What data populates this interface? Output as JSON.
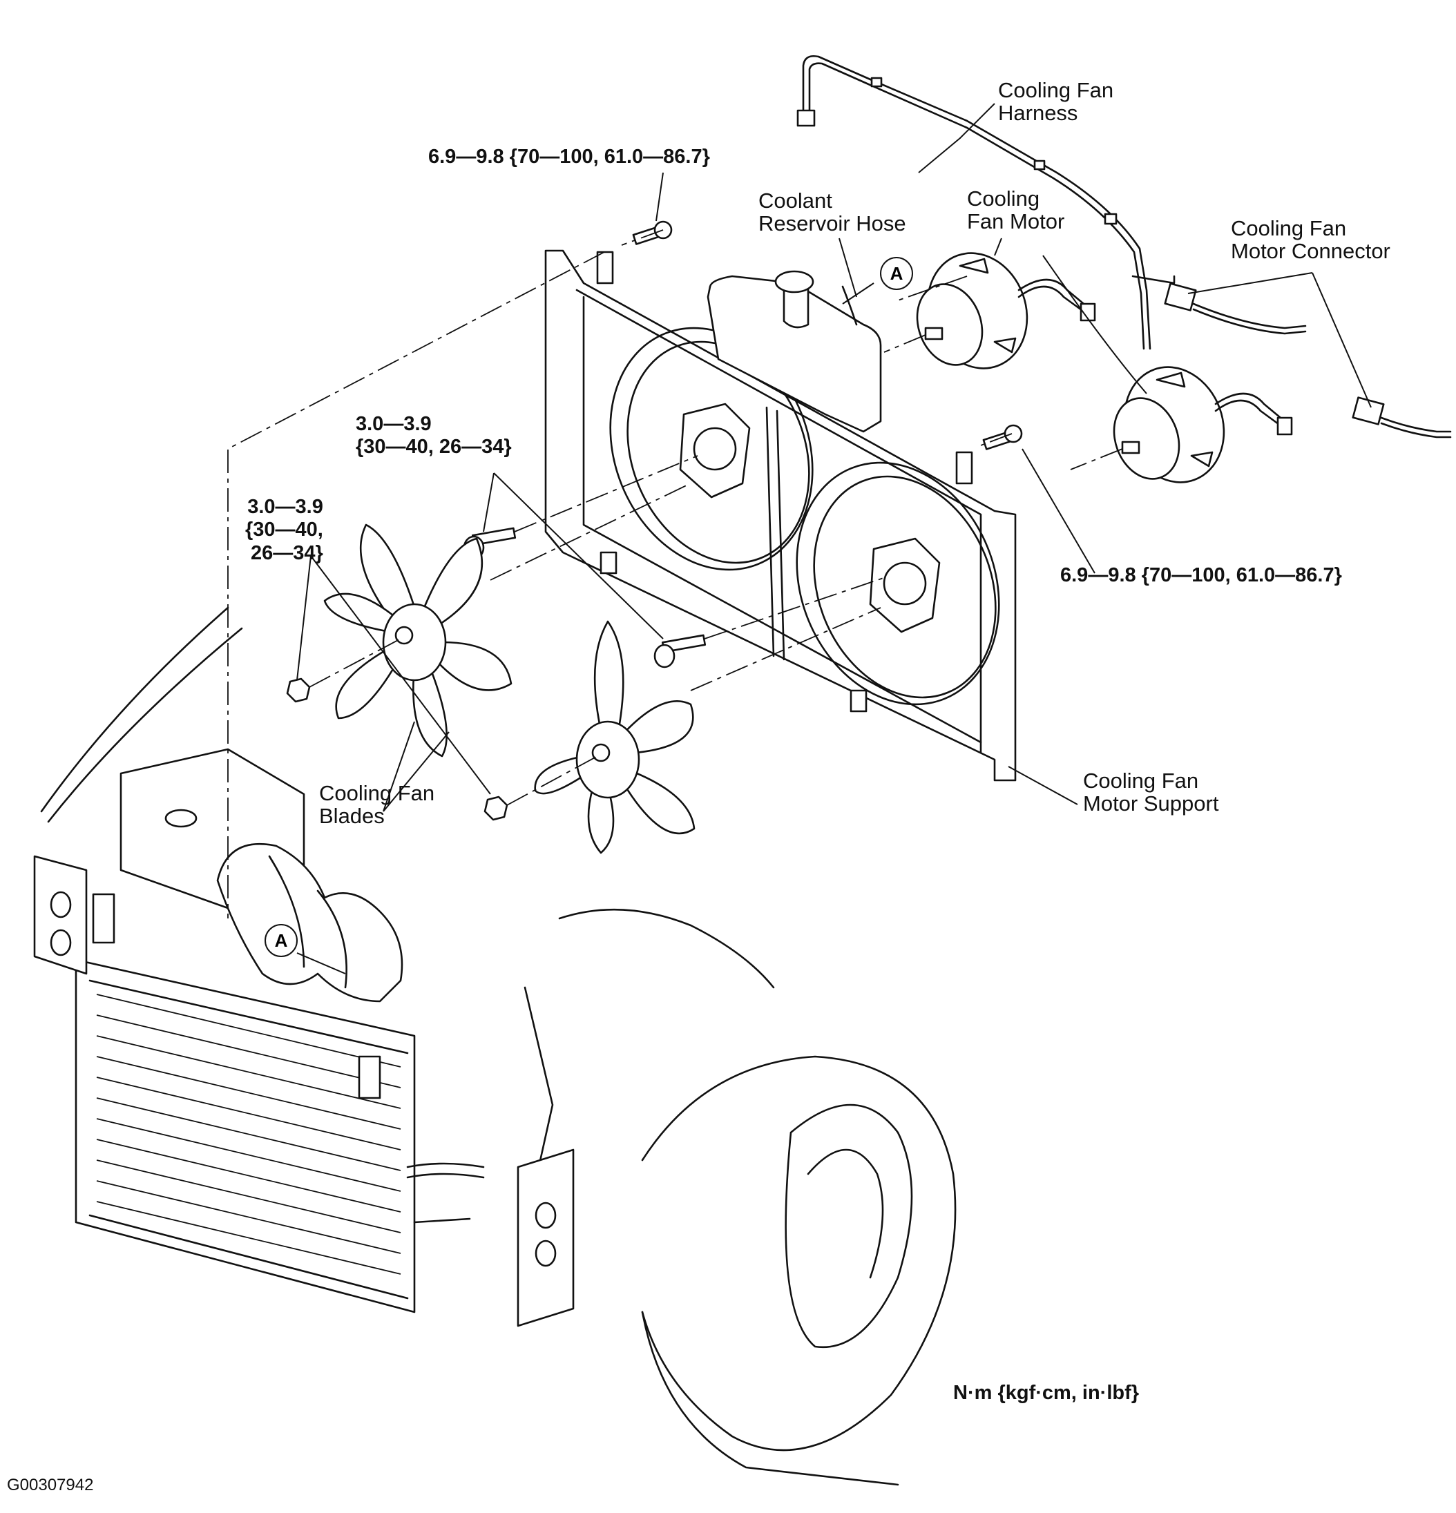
{
  "labels": {
    "cooling_fan_harness": [
      "Cooling Fan",
      "Harness"
    ],
    "coolant_reservoir_hose": [
      "Coolant",
      "Reservoir Hose"
    ],
    "cooling_fan_motor": [
      "Cooling",
      "Fan Motor"
    ],
    "cooling_fan_motor_connector": [
      "Cooling Fan",
      "Motor Connector"
    ],
    "cooling_fan_blades": [
      "Cooling Fan",
      "Blades"
    ],
    "cooling_fan_motor_support": [
      "Cooling Fan",
      "Motor Support"
    ]
  },
  "torque_specs": {
    "top_bolt": "6.9—9.8 {70—100, 61.0—86.7}",
    "right_bolt": "6.9—9.8 {70—100, 61.0—86.7}",
    "shaft_bolt": [
      "3.0—3.9",
      "{30—40, 26—34}"
    ],
    "fan_nut": [
      "3.0—3.9",
      "{30—40,",
      "26—34}"
    ]
  },
  "callout_letter": "A",
  "units_note": "N·m {kgf·cm, in·lbf}",
  "figure_id": "G00307942"
}
